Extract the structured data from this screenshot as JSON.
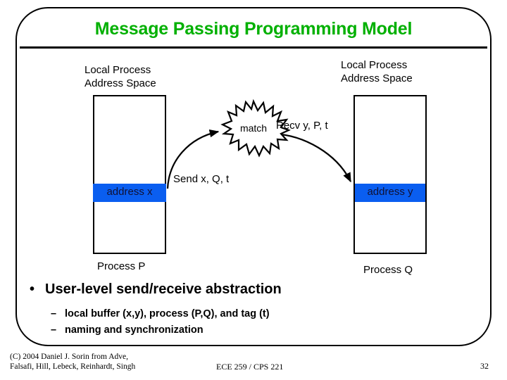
{
  "slide": {
    "title": "Message Passing Programming Model",
    "title_color": "#00b000",
    "accent_band_color": "#0a5ef0"
  },
  "diagram": {
    "left": {
      "address_space_label": "Local Process\nAddress Space",
      "band_label": "address x",
      "process_label": "Process P",
      "operation_label": "Send x, Q, t"
    },
    "right": {
      "address_space_label": "Local Process\nAddress Space",
      "band_label": "address y",
      "process_label": "Process Q",
      "operation_label": "Recv y, P, t"
    },
    "match_label": "match"
  },
  "body": {
    "bullet_marker": "•",
    "sub_marker": "–",
    "main_bullet": "User-level send/receive abstraction",
    "sub_bullets": [
      "local buffer (x,y), process (P,Q), and tag (t)",
      "naming and synchronization"
    ]
  },
  "footer": {
    "copyright": "(C) 2004 Daniel J. Sorin from Adve,\nFalsafi, Hill, Lebeck, Reinhardt, Singh",
    "course": "ECE 259 / CPS 221",
    "page_number": "32"
  }
}
